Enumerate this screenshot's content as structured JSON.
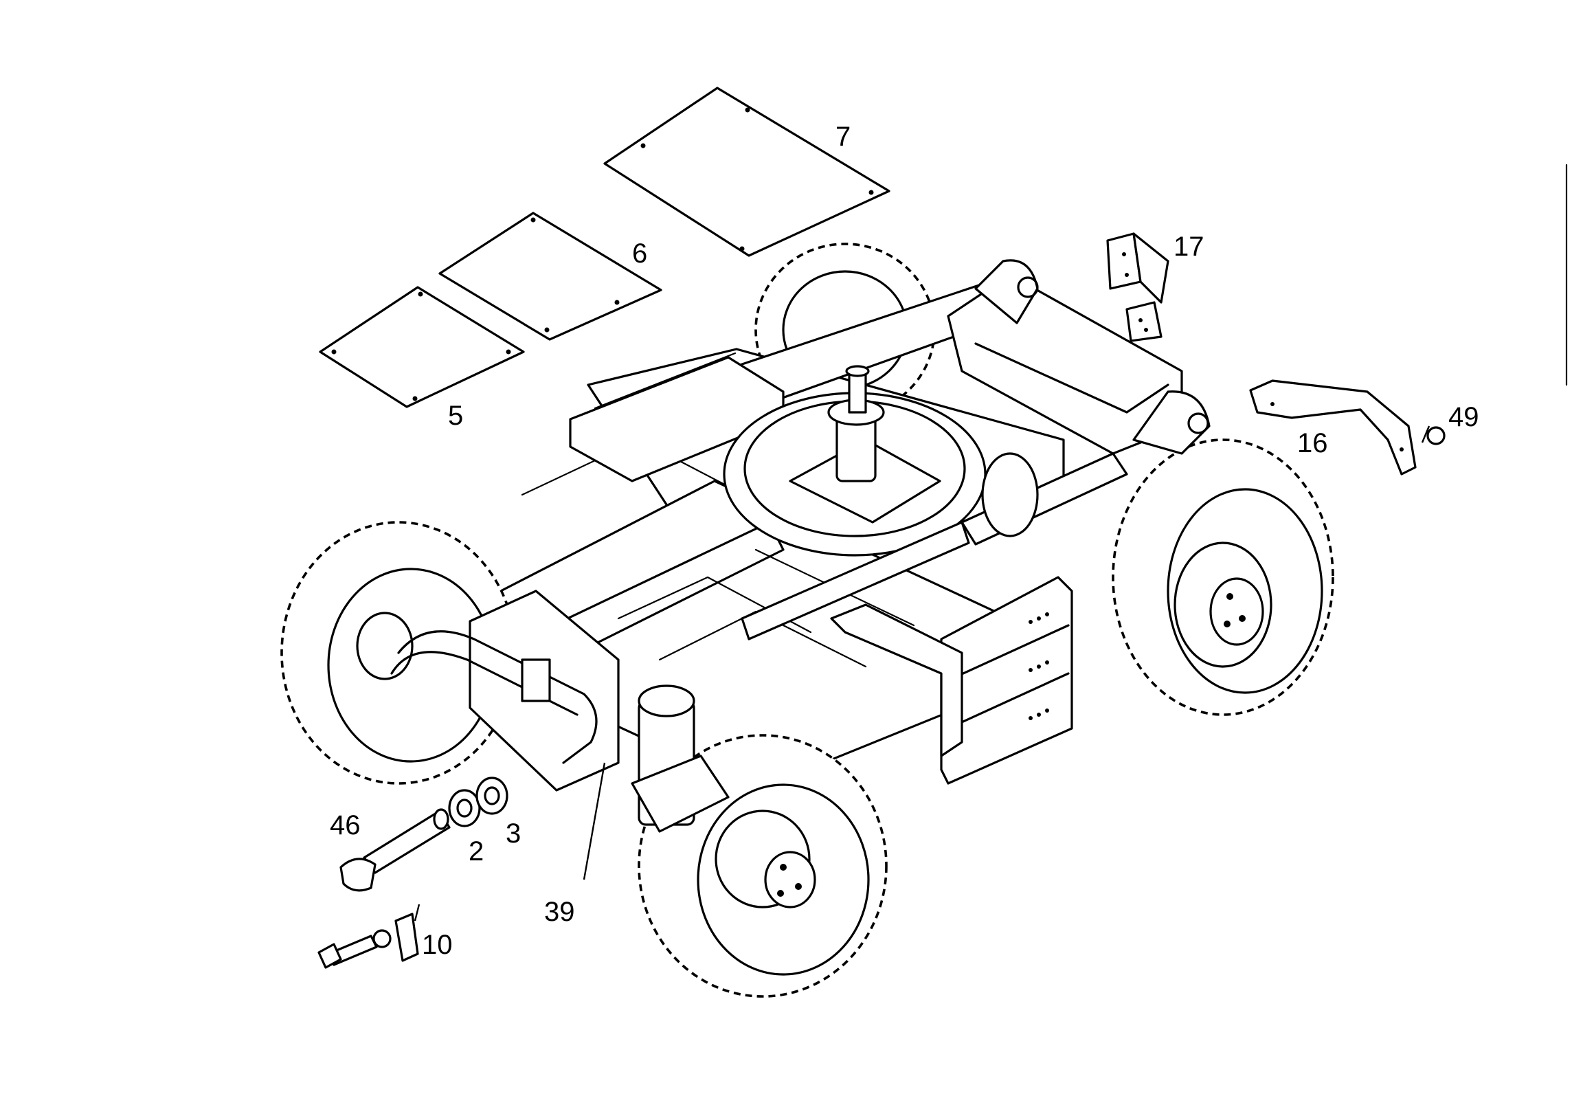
{
  "callouts": {
    "c7": "7",
    "c6": "6",
    "c5": "5",
    "c17": "17",
    "c16": "16",
    "c49": "49",
    "c46": "46",
    "c2": "2",
    "c3": "3",
    "c39": "39",
    "c10": "10"
  },
  "parts": [
    {
      "name": "plate-7",
      "callout": "7"
    },
    {
      "name": "plate-6",
      "callout": "6"
    },
    {
      "name": "plate-5",
      "callout": "5"
    },
    {
      "name": "bracket-17",
      "callout": "17"
    },
    {
      "name": "bracket-16",
      "callout": "16"
    },
    {
      "name": "nut-49",
      "callout": "49"
    },
    {
      "name": "pin-46",
      "callout": "46"
    },
    {
      "name": "washer-2",
      "callout": "2"
    },
    {
      "name": "washer-3",
      "callout": "3"
    },
    {
      "name": "hose-39",
      "callout": "39"
    },
    {
      "name": "bolt-and-lock-plate-10",
      "callout": "10"
    }
  ]
}
